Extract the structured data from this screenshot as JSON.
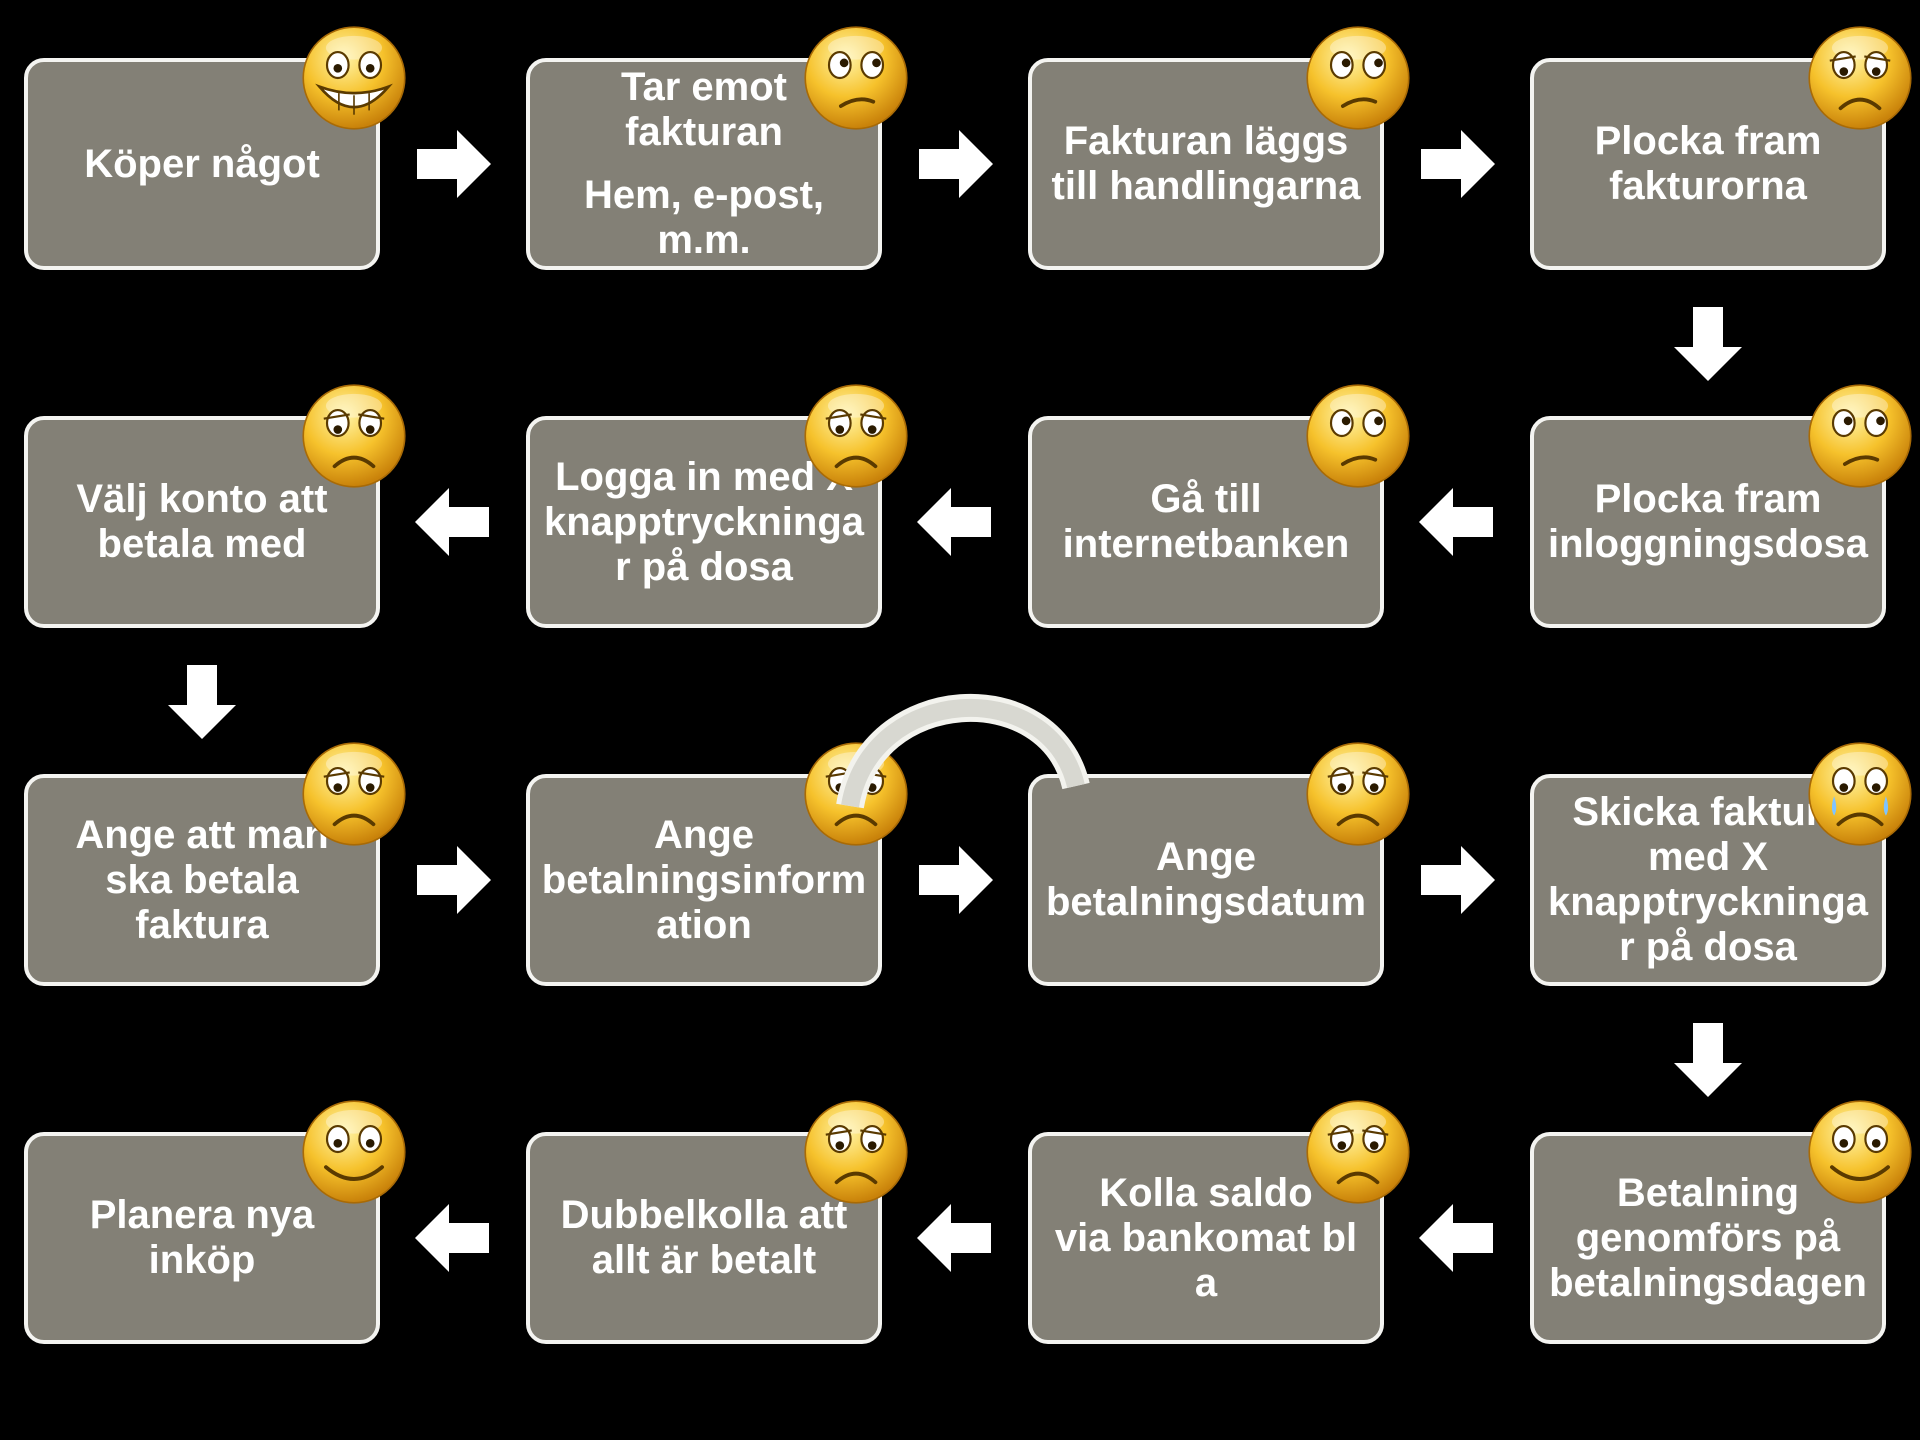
{
  "steps": [
    {
      "lines": [
        "Köper något"
      ],
      "face": "grinning-face-icon"
    },
    {
      "lines": [
        "Tar emot",
        "fakturan"
      ],
      "sub": [
        "Hem, e-post,",
        "m.m."
      ],
      "face": "unsure-face-icon"
    },
    {
      "lines": [
        "Fakturan läggs",
        "till handlingarna"
      ],
      "face": "unsure-face-icon"
    },
    {
      "lines": [
        "Plocka fram",
        "fakturorna"
      ],
      "face": "sad-face-icon"
    },
    {
      "lines": [
        "Plocka fram",
        "inloggningsdosa"
      ],
      "face": "unsure-face-icon"
    },
    {
      "lines": [
        "Gå till",
        "internetbanken"
      ],
      "face": "unsure-face-icon"
    },
    {
      "lines": [
        "Logga in med X",
        "knapptryckninga",
        "r på dosa"
      ],
      "face": "sad-face-icon"
    },
    {
      "lines": [
        "Välj konto att",
        "betala med"
      ],
      "face": "sad-face-icon"
    },
    {
      "lines": [
        "Ange att man",
        "ska betala",
        "faktura"
      ],
      "face": "sad-face-icon"
    },
    {
      "lines": [
        "Ange",
        "betalningsinform",
        "ation"
      ],
      "face": "sad-face-icon"
    },
    {
      "lines": [
        "Ange",
        "betalningsdatum"
      ],
      "face": "sad-face-icon"
    },
    {
      "lines": [
        "Skicka faktura",
        "med X",
        "knapptryckninga",
        "r på dosa"
      ],
      "face": "crying-face-icon"
    },
    {
      "lines": [
        "Betalning",
        "genomförs på",
        "betalningsdagen"
      ],
      "face": "smiling-face-icon"
    },
    {
      "lines": [
        "Kolla saldo",
        "via bankomat bl",
        "a"
      ],
      "face": "sad-face-icon"
    },
    {
      "lines": [
        "Dubbelkolla att",
        "allt är betalt"
      ],
      "face": "sad-face-icon"
    },
    {
      "lines": [
        "Planera nya",
        "inköp"
      ],
      "face": "smiling-face-icon"
    }
  ],
  "connectors": [
    {
      "from": 0,
      "to": 1,
      "direction": "right"
    },
    {
      "from": 1,
      "to": 2,
      "direction": "right"
    },
    {
      "from": 2,
      "to": 3,
      "direction": "right"
    },
    {
      "from": 3,
      "to": 4,
      "direction": "down"
    },
    {
      "from": 4,
      "to": 5,
      "direction": "left"
    },
    {
      "from": 5,
      "to": 6,
      "direction": "left"
    },
    {
      "from": 6,
      "to": 7,
      "direction": "left"
    },
    {
      "from": 7,
      "to": 8,
      "direction": "down"
    },
    {
      "from": 8,
      "to": 9,
      "direction": "right"
    },
    {
      "from": 9,
      "to": 10,
      "direction": "right"
    },
    {
      "from": 10,
      "to": 9,
      "direction": "loop-back"
    },
    {
      "from": 10,
      "to": 11,
      "direction": "right"
    },
    {
      "from": 11,
      "to": 12,
      "direction": "down"
    },
    {
      "from": 12,
      "to": 13,
      "direction": "left"
    },
    {
      "from": 13,
      "to": 14,
      "direction": "left"
    },
    {
      "from": 14,
      "to": 15,
      "direction": "left"
    }
  ],
  "colors": {
    "background": "#000000",
    "box_fill": "#838076",
    "box_border": "#f4f4f1",
    "text": "#ffffff",
    "arrow": "#ffffff",
    "loop": "#e4e4de"
  }
}
